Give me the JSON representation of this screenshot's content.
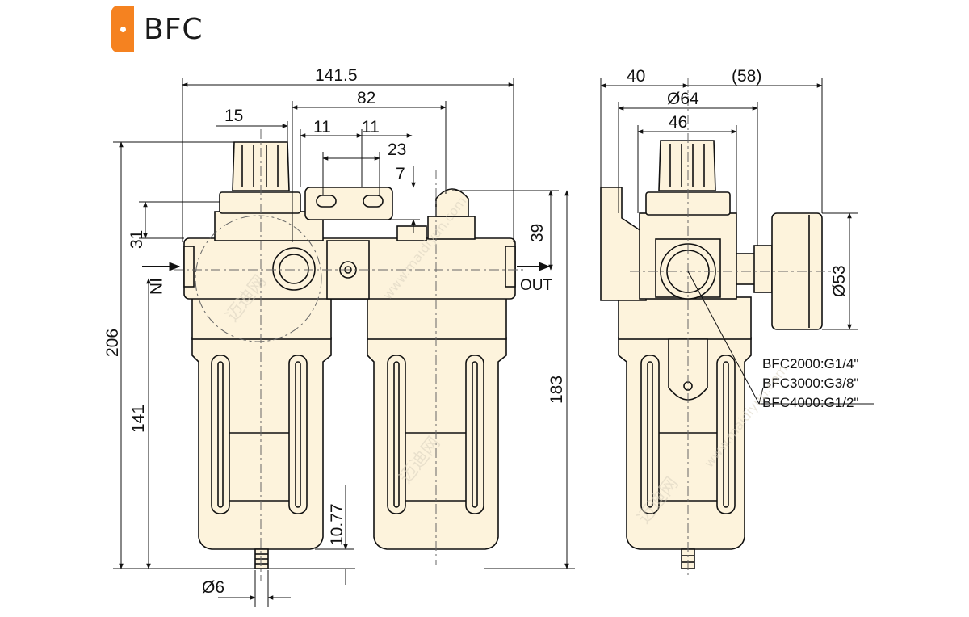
{
  "header": {
    "title": "BFC",
    "accent_color": "#f58220"
  },
  "body_color": "#fdf3dc",
  "dimensions_front": {
    "overall_width": "141.5",
    "center_span": "82",
    "left_offset": "15",
    "bracket_left": "11",
    "bracket_right": "11",
    "bracket_width": "23",
    "bracket_height": "7",
    "top_height": "31",
    "right_top_height": "39",
    "overall_height": "206",
    "left_lower_height": "141",
    "right_height": "183",
    "drain_height": "10.77",
    "drain_diameter": "Ø6"
  },
  "dimensions_side": {
    "left_width": "40",
    "right_width": "(58)",
    "outer_diameter": "Ø64",
    "inner_width": "46",
    "gauge_diameter": "Ø53"
  },
  "flow_labels": {
    "inlet": "IN",
    "outlet": "OUT"
  },
  "port_specs": [
    "BFC2000:G1/4\"",
    "BFC3000:G3/8\"",
    "BFC4000:G1/2\""
  ],
  "watermarks": [
    "迈迪网",
    "www.maidiyun.com"
  ]
}
